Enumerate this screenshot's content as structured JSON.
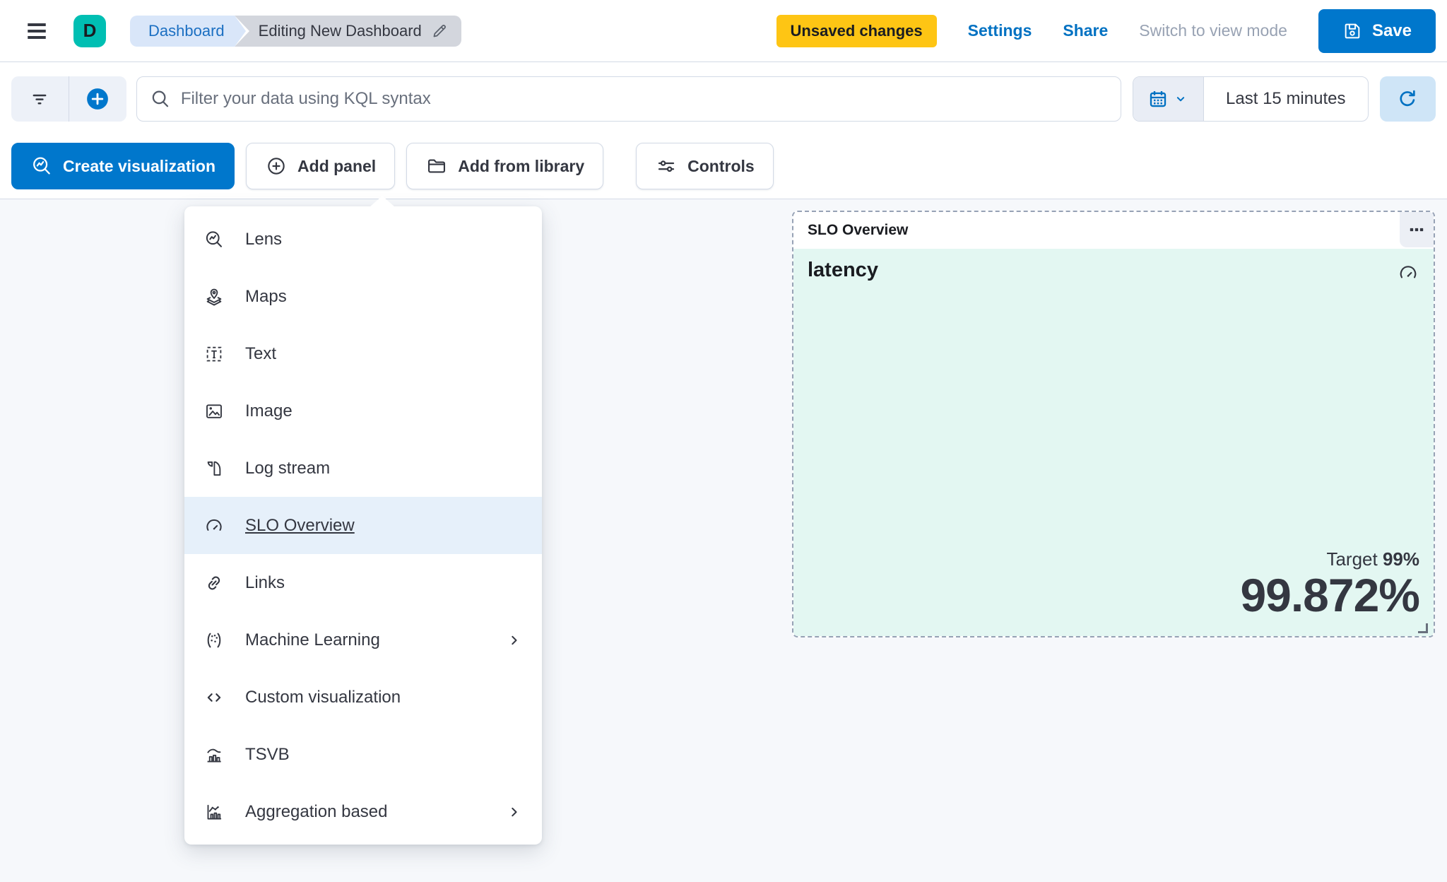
{
  "header": {
    "logo_letter": "D",
    "breadcrumbs": {
      "root": "Dashboard",
      "current": "Editing New Dashboard"
    },
    "unsaved_badge": "Unsaved changes",
    "settings_label": "Settings",
    "share_label": "Share",
    "switch_view_label": "Switch to view mode",
    "save_label": "Save"
  },
  "filter_bar": {
    "kql_placeholder": "Filter your data using KQL syntax",
    "time_range": "Last 15 minutes"
  },
  "toolbar": {
    "create_visualization_label": "Create visualization",
    "add_panel_label": "Add panel",
    "add_from_library_label": "Add from library",
    "controls_label": "Controls"
  },
  "add_panel_menu": {
    "items": [
      {
        "label": "Lens",
        "icon": "lens-icon",
        "submenu": false,
        "highlighted": false
      },
      {
        "label": "Maps",
        "icon": "maps-icon",
        "submenu": false,
        "highlighted": false
      },
      {
        "label": "Text",
        "icon": "text-icon",
        "submenu": false,
        "highlighted": false
      },
      {
        "label": "Image",
        "icon": "image-icon",
        "submenu": false,
        "highlighted": false
      },
      {
        "label": "Log stream",
        "icon": "log-stream-icon",
        "submenu": false,
        "highlighted": false
      },
      {
        "label": "SLO Overview",
        "icon": "slo-gauge-icon",
        "submenu": false,
        "highlighted": true
      },
      {
        "label": "Links",
        "icon": "links-icon",
        "submenu": false,
        "highlighted": false
      },
      {
        "label": "Machine Learning",
        "icon": "machine-learning-icon",
        "submenu": true,
        "highlighted": false
      },
      {
        "label": "Custom visualization",
        "icon": "code-icon",
        "submenu": false,
        "highlighted": false
      },
      {
        "label": "TSVB",
        "icon": "tsvb-icon",
        "submenu": false,
        "highlighted": false
      },
      {
        "label": "Aggregation based",
        "icon": "aggregation-icon",
        "submenu": true,
        "highlighted": false
      }
    ]
  },
  "slo_panel": {
    "header_title": "SLO Overview",
    "slo_name": "latency",
    "target_label": "Target",
    "target_value": "99%",
    "sli_value": "99.872%"
  },
  "colors": {
    "primary": "#0077cc",
    "link_blue": "#0071c2",
    "warning_badge": "#fec514",
    "space_teal": "#00bfb3",
    "panel_tint": "#e3f7f2",
    "menu_highlight": "#e6f0fa",
    "border": "#d3dae6",
    "text": "#343741",
    "muted_text": "#98a2b3",
    "canvas_bg": "#f6f8fb"
  }
}
